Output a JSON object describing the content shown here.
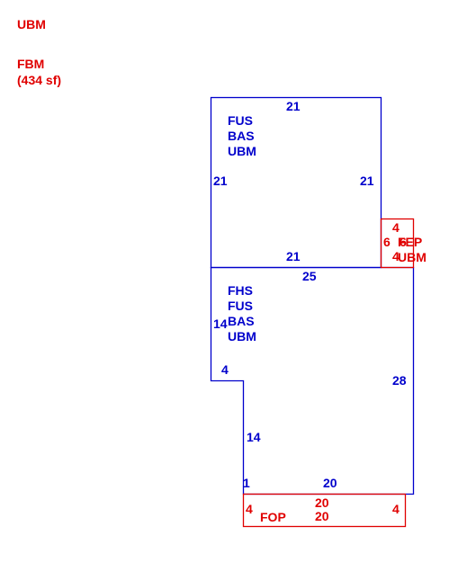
{
  "legend": {
    "ubm": "UBM",
    "fbm": "FBM",
    "fbm_area": "(434 sf)"
  },
  "colors": {
    "main": "#0000cc",
    "secondary": "#e00000"
  },
  "upper_section": {
    "codes": [
      "FUS",
      "BAS",
      "UBM"
    ],
    "top": "21",
    "left": "21",
    "right": "21",
    "bottom": "21"
  },
  "lower_section": {
    "codes": [
      "FHS",
      "FUS",
      "BAS",
      "UBM"
    ],
    "top": "25",
    "left_upper": "14",
    "notch": "4",
    "left_lower": "14",
    "right": "28",
    "bottom": "20",
    "corner": "1"
  },
  "small_porch": {
    "top": "4",
    "left": "6",
    "right": "6",
    "bottom": "4",
    "code": "FEP",
    "code2": "UBM"
  },
  "front_porch": {
    "top": "20",
    "bottom": "20",
    "left": "4",
    "right": "4",
    "code": "FOP"
  }
}
